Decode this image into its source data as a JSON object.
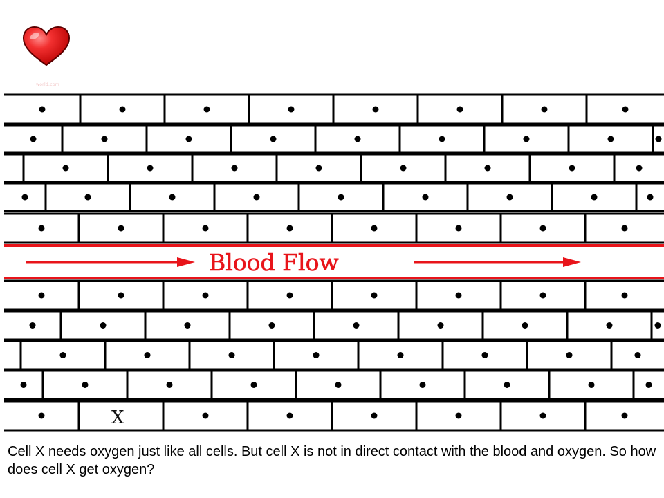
{
  "diagram": {
    "flow_label": "Blood Flow",
    "cell_x_label": "X",
    "heart_credit": "world.com",
    "question": "Cell X needs oxygen just like all cells. But cell X is not in direct contact with the blood and oxygen. So how does cell X get oxygen?",
    "colors": {
      "vessel": "#e8141a",
      "heart": "#e01b1b",
      "cell_border": "#000000",
      "nucleus": "#000000"
    },
    "icons": [
      "heart-icon",
      "arrow-right-icon"
    ],
    "tissue": {
      "rows_above_vessel": 5,
      "rows_below_vessel": 5
    }
  }
}
